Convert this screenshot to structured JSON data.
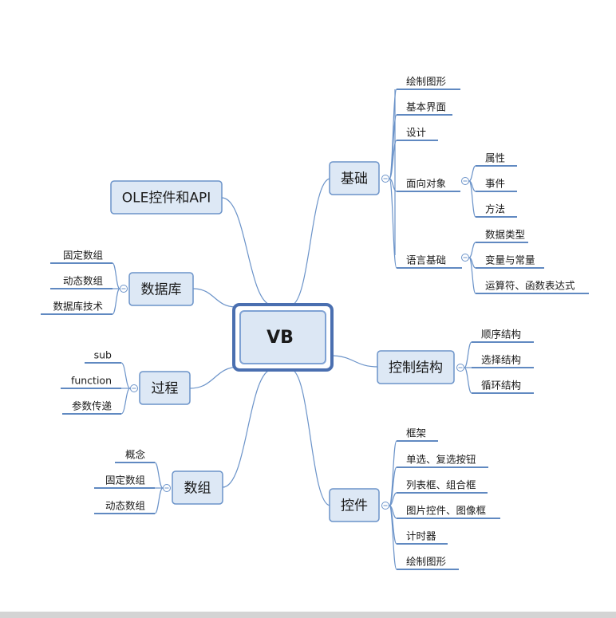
{
  "root": {
    "label": "VB"
  },
  "branches": [
    {
      "key": "jichu",
      "label": "基础",
      "children": [
        {
          "label": "绘制图形"
        },
        {
          "label": "基本界面"
        },
        {
          "label": "设计"
        },
        {
          "label": "面向对象",
          "children": [
            {
              "label": "属性"
            },
            {
              "label": "事件"
            },
            {
              "label": "方法"
            }
          ]
        },
        {
          "label": "语言基础",
          "children": [
            {
              "label": "数据类型"
            },
            {
              "label": "变量与常量"
            },
            {
              "label": "运算符、函数表达式"
            }
          ]
        }
      ]
    },
    {
      "key": "kongzhi",
      "label": "控制结构",
      "children": [
        {
          "label": "顺序结构"
        },
        {
          "label": "选择结构"
        },
        {
          "label": "循环结构"
        }
      ]
    },
    {
      "key": "kongjian",
      "label": "控件",
      "children": [
        {
          "label": "框架"
        },
        {
          "label": "单选、复选按钮"
        },
        {
          "label": "列表框、组合框"
        },
        {
          "label": "图片控件、图像框"
        },
        {
          "label": "计时器"
        },
        {
          "label": "绘制图形"
        }
      ]
    },
    {
      "key": "ole",
      "label": "OLE控件和API",
      "children": []
    },
    {
      "key": "shujuku",
      "label": "数据库",
      "children": [
        {
          "label": "固定数组"
        },
        {
          "label": "动态数组"
        },
        {
          "label": "数据库技术"
        }
      ]
    },
    {
      "key": "guocheng",
      "label": "过程",
      "children": [
        {
          "label": "sub"
        },
        {
          "label": "function"
        },
        {
          "label": "参数传递"
        }
      ]
    },
    {
      "key": "shuzu",
      "label": "数组",
      "children": [
        {
          "label": "概念"
        },
        {
          "label": "固定数组"
        },
        {
          "label": "动态数组"
        }
      ]
    }
  ],
  "colors": {
    "line": "#6b93c9",
    "box_fill": "#dde8f5",
    "box_border": "#6b93c9",
    "root_outer": "#4a6fb0",
    "root_inner_fill": "#dce7f4",
    "underline": "#4a78b8",
    "text": "#1a1a1a"
  }
}
